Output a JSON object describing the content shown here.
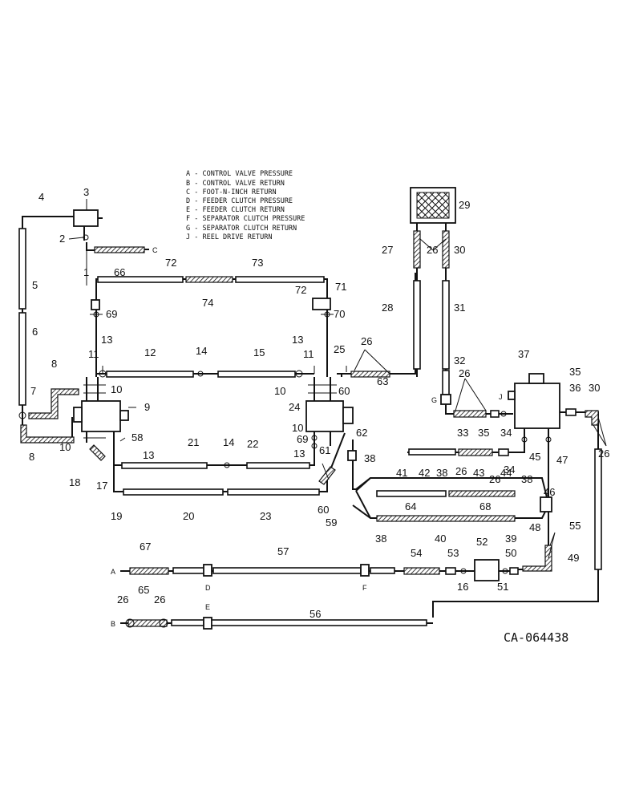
{
  "legend": [
    "A - CONTROL VALVE PRESSURE",
    "B - CONTROL VALVE RETURN",
    "C - FOOT-N-INCH RETURN",
    "D - FEEDER CLUTCH PRESSURE",
    "E - FEEDER CLUTCH RETURN",
    "F - SEPARATOR CLUTCH PRESSURE",
    "G - SEPARATOR CLUTCH RETURN",
    "J - REEL DRIVE RETURN"
  ],
  "doc_id": "CA-064438",
  "codes": [
    "A",
    "B",
    "C",
    "D",
    "E",
    "F",
    "G",
    "J"
  ],
  "part_numbers": [
    "1",
    "2",
    "3",
    "4",
    "5",
    "6",
    "7",
    "8",
    "8",
    "9",
    "10",
    "10",
    "10",
    "10",
    "11",
    "11",
    "12",
    "13",
    "13",
    "13",
    "13",
    "14",
    "14",
    "15",
    "16",
    "17",
    "18",
    "19",
    "20",
    "21",
    "22",
    "23",
    "24",
    "25",
    "26",
    "26",
    "26",
    "26",
    "26",
    "26",
    "26",
    "26",
    "27",
    "28",
    "29",
    "30",
    "30",
    "31",
    "32",
    "33",
    "34",
    "34",
    "35",
    "35",
    "36",
    "37",
    "38",
    "38",
    "38",
    "38",
    "39",
    "40",
    "41",
    "42",
    "43",
    "44",
    "45",
    "46",
    "47",
    "48",
    "49",
    "50",
    "51",
    "52",
    "53",
    "54",
    "55",
    "56",
    "57",
    "58",
    "59",
    "60",
    "60",
    "61",
    "62",
    "63",
    "64",
    "65",
    "66",
    "67",
    "68",
    "69",
    "69",
    "70",
    "71",
    "72",
    "72",
    "73",
    "74"
  ]
}
